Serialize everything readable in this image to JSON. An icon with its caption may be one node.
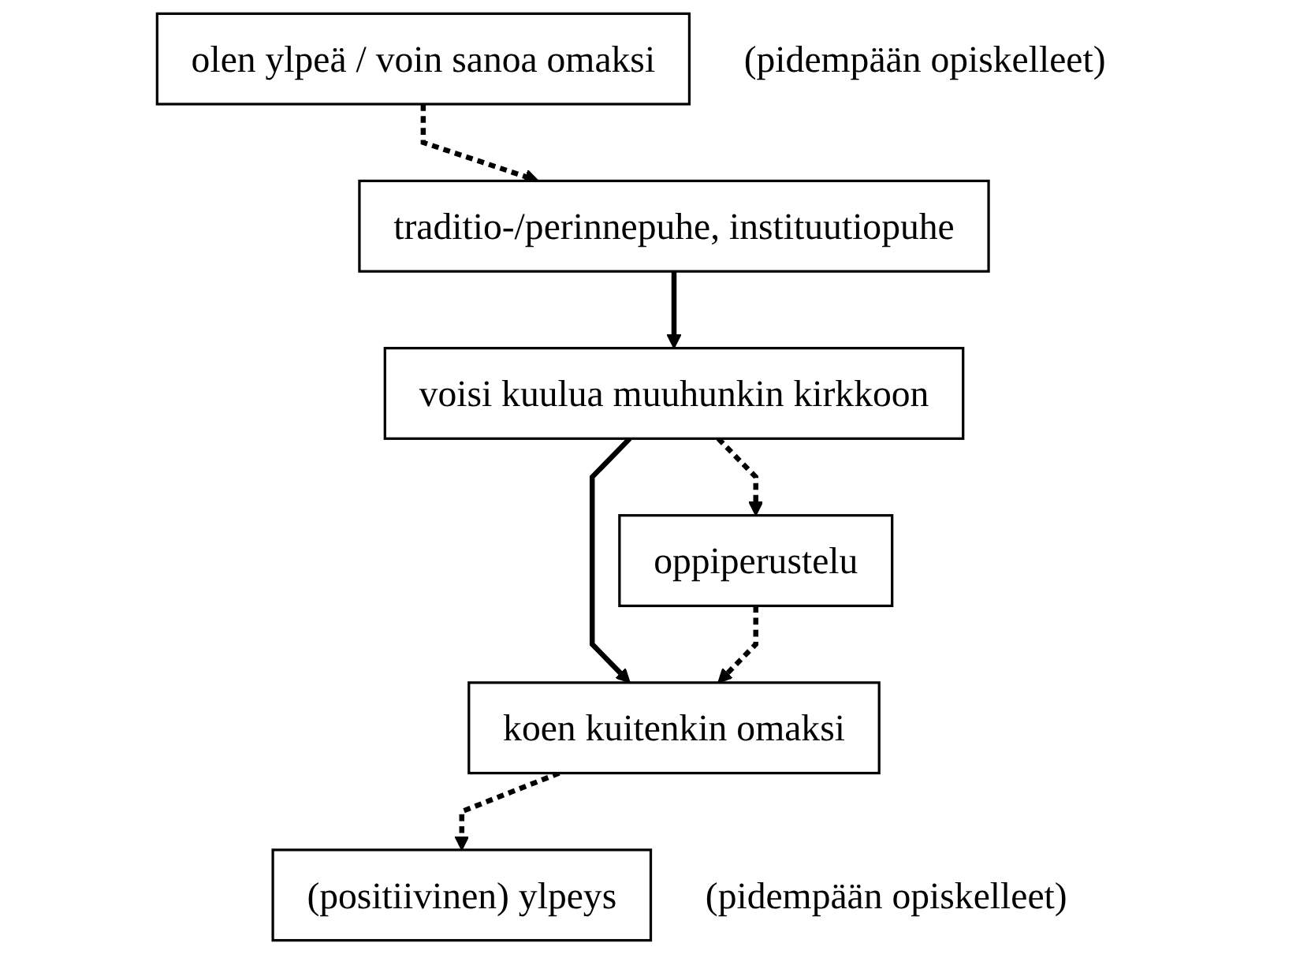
{
  "diagram": {
    "nodes": [
      {
        "text": [
          "olen ylpeä / voin sanoa omaksi"
        ],
        "beside": [
          "(pidempään opiskelleet)"
        ]
      },
      {
        "text": [
          "traditio-/perinnepuhe, instituutiopuhe"
        ]
      },
      {
        "text": [
          "voisi kuulua muuhunkin kirkkoon"
        ]
      },
      {
        "text": [
          "oppiperustelu"
        ]
      },
      {
        "text": [
          "koen kuitenkin omaksi"
        ]
      },
      {
        "text": [
          "(positiivinen) ylpeys"
        ],
        "beside": [
          "(pidempään opiskelleet)"
        ]
      }
    ],
    "edges": [
      {
        "from": 0,
        "to": 1,
        "arrow": "to",
        "style": "dashed"
      },
      {
        "from": 1,
        "to": 2,
        "arrow": "to"
      },
      {
        "from": 2,
        "to": 3,
        "arrow": "to",
        "style": "dashed"
      },
      {
        "from": 2,
        "to": 4,
        "arrow": "to"
      },
      {
        "from": 3,
        "to": 4,
        "arrow": "to",
        "style": "dashed"
      },
      {
        "from": 4,
        "to": 5,
        "arrow": "to",
        "style": "dashed"
      }
    ]
  }
}
